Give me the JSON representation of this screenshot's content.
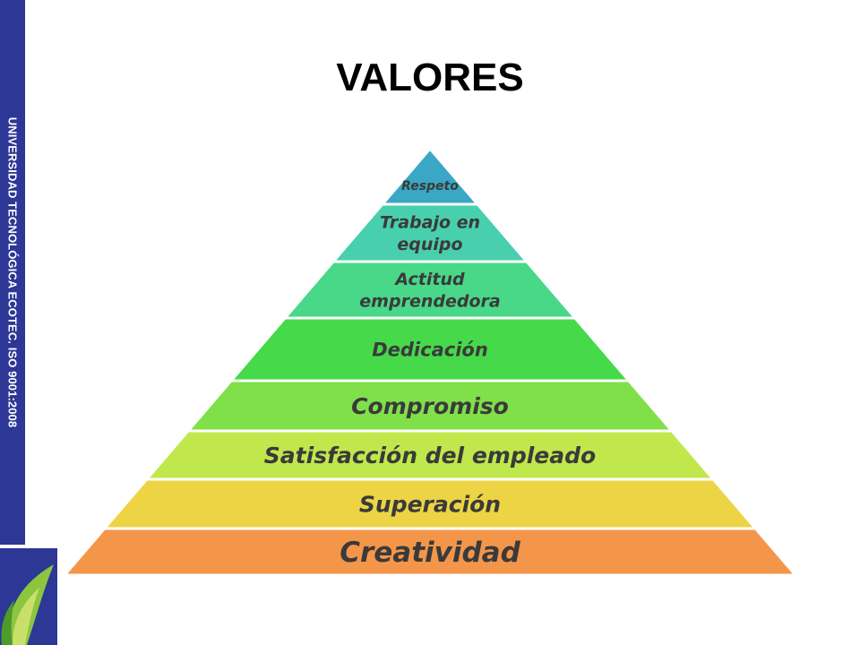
{
  "sidebar": {
    "text": "UNIVERSIDAD TECNOLÓGICA ECOTEC. ISO 9001:2008"
  },
  "title": "VALORES",
  "pyramid": {
    "tiers": [
      {
        "lines": [
          "Respeto"
        ],
        "color": "#3aa7c4"
      },
      {
        "lines": [
          "Trabajo en",
          "equipo"
        ],
        "color": "#48cfae"
      },
      {
        "lines": [
          "Actitud",
          "emprendedora"
        ],
        "color": "#48d888"
      },
      {
        "lines": [
          "Dedicación"
        ],
        "color": "#46d94a"
      },
      {
        "lines": [
          "Compromiso"
        ],
        "color": "#7fe04a"
      },
      {
        "lines": [
          "Satisfacción del empleado"
        ],
        "color": "#c0e84c"
      },
      {
        "lines": [
          "Superación"
        ],
        "color": "#ecd445"
      },
      {
        "lines": [
          "Creatividad"
        ],
        "color": "#f4964a"
      }
    ]
  }
}
